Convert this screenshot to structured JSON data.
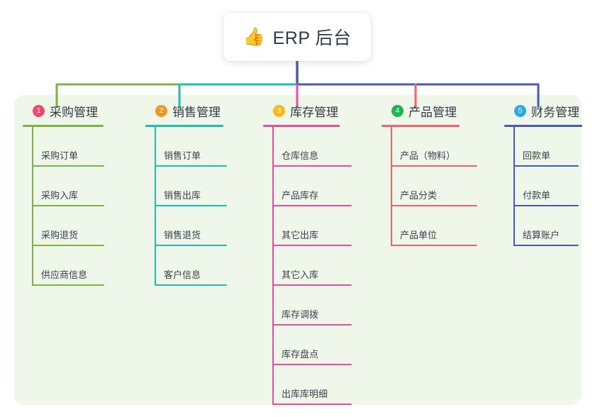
{
  "root": {
    "icon": "thumbs-up-icon",
    "icon_glyph": "👍",
    "title": "ERP 后台"
  },
  "theme": {
    "panel_bg": "#eef7ea",
    "page_bg": "#ffffff",
    "text": "#333b45"
  },
  "columns": [
    {
      "number": "1",
      "title": "采购管理",
      "badge_color": "#f4476b",
      "line_color": "#7cb342",
      "items": [
        "采购订单",
        "采购入库",
        "采购退货",
        "供应商信息"
      ]
    },
    {
      "number": "2",
      "title": "销售管理",
      "badge_color": "#f7941e",
      "line_color": "#1fbfae",
      "items": [
        "销售订单",
        "销售出库",
        "销售退货",
        "客户信息"
      ]
    },
    {
      "number": "3",
      "title": "库存管理",
      "badge_color": "#fbb919",
      "line_color": "#ef4d9c",
      "items": [
        "仓库信息",
        "产品库存",
        "其它出库",
        "其它入库",
        "库存调拨",
        "库存盘点",
        "出库库明细"
      ]
    },
    {
      "number": "4",
      "title": "产品管理",
      "badge_color": "#18b84e",
      "line_color": "#f4616a",
      "items": [
        "产品（物料）",
        "产品分类",
        "产品单位"
      ]
    },
    {
      "number": "5",
      "title": "财务管理",
      "badge_color": "#29abe2",
      "line_color": "#4a58bd",
      "items": [
        "回款单",
        "付款单",
        "结算账户"
      ]
    }
  ],
  "connectors": {
    "trunk_color": "#4a58bd",
    "bus_segments": [
      {
        "color": "#7cb342",
        "from": "col1",
        "to": "col2"
      },
      {
        "color": "#1fbfae",
        "from": "col2",
        "to": "col3"
      },
      {
        "color": "#4a58bd",
        "from": "col3",
        "to": "col5"
      }
    ]
  }
}
